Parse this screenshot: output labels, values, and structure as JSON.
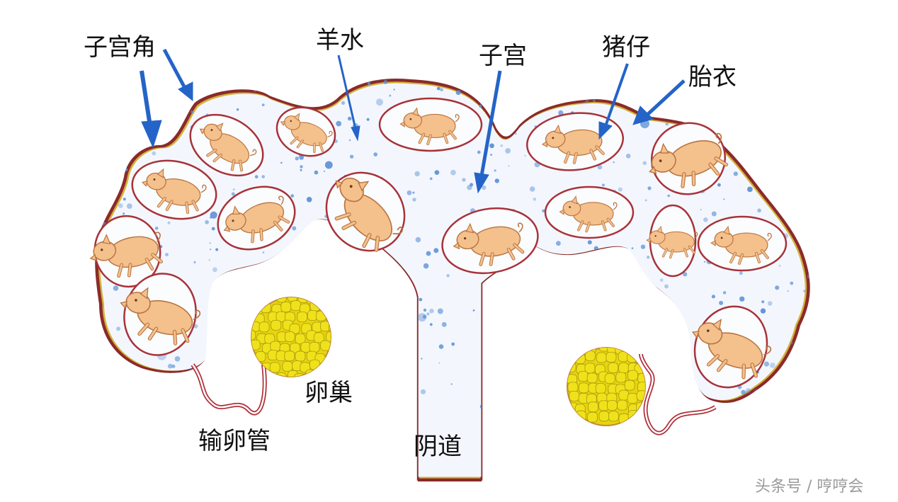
{
  "labels": {
    "uterine_horn": "子宫角",
    "amniotic_fluid": "羊水",
    "uterus": "子宫",
    "piglet": "猪仔",
    "placenta": "胎衣",
    "ovary": "卵巢",
    "oviduct": "输卵管",
    "vagina": "阴道"
  },
  "watermark": "头条号 / 哼哼会",
  "colors": {
    "wall_outer": "#8b2a2a",
    "wall_inner": "#d4b23a",
    "fluid": "#f3f7fd",
    "dot": "#5b8fd6",
    "membrane": "#a8323a",
    "piglet": "#f4c08c",
    "piglet_line": "#b9733f",
    "ovary": "#f0e21a",
    "arrow": "#2464c8"
  }
}
